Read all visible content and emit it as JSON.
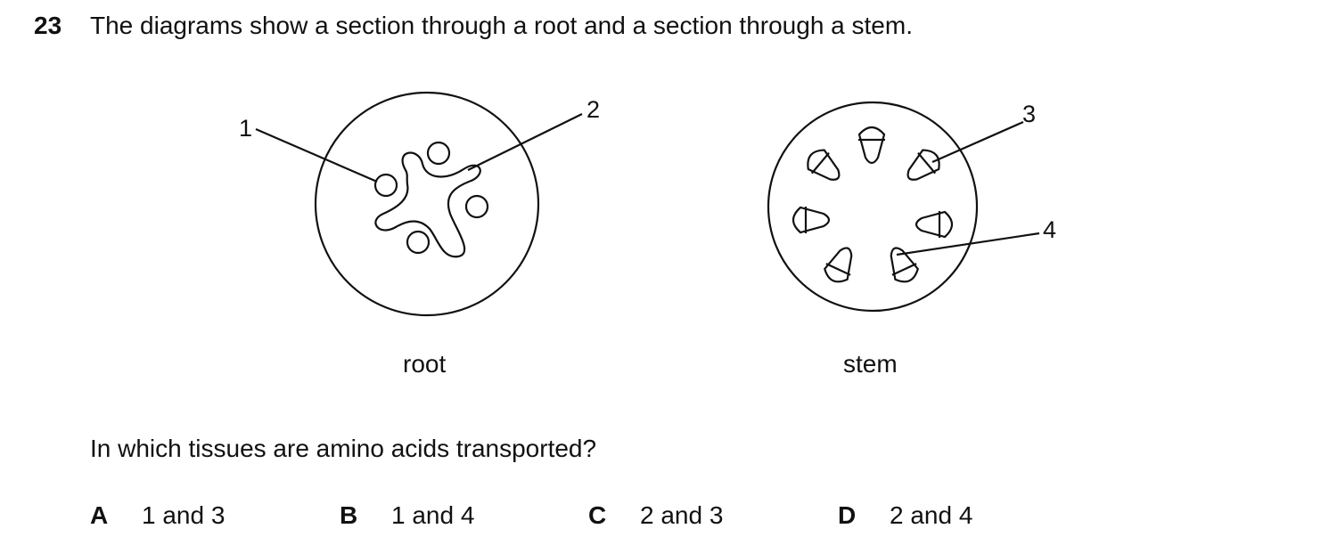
{
  "question": {
    "number": "23",
    "text": "The diagrams show a section through a root and a section through a stem.",
    "prompt": "In which tissues are amino acids transported?"
  },
  "figure": {
    "root_label": "root",
    "stem_label": "stem",
    "callouts": [
      "1",
      "2",
      "3",
      "4"
    ]
  },
  "options": [
    {
      "letter": "A",
      "text": "1 and 3"
    },
    {
      "letter": "B",
      "text": "1 and 4"
    },
    {
      "letter": "C",
      "text": "2 and 3"
    },
    {
      "letter": "D",
      "text": "2 and 4"
    }
  ]
}
